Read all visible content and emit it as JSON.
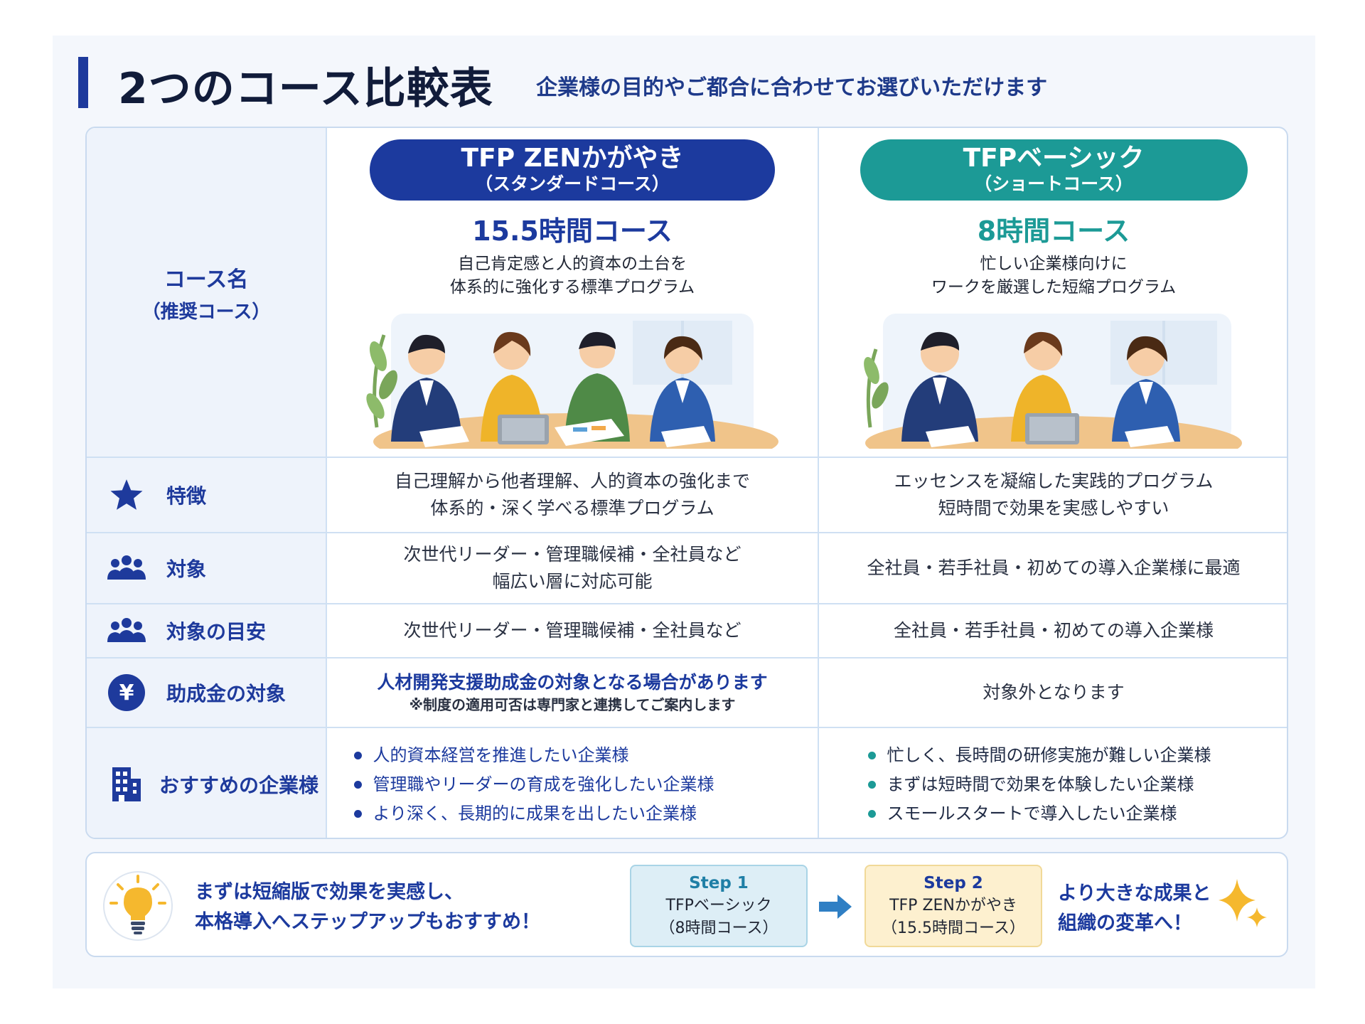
{
  "header": {
    "title": "2つのコース比較表",
    "subtitle": "企業様の目的やご都合に合わせてお選びいただけます"
  },
  "table": {
    "course_label": {
      "line1": "コース名",
      "line2": "（推奨コース）"
    },
    "courses": [
      {
        "name": "TFP ZENかがやき",
        "sub": "（スタンダードコース）",
        "hours": "15.5時間コース",
        "desc": "自己肯定感と人的資本の土台を\n体系的に強化する標準プログラム",
        "color": "#1c3a9e"
      },
      {
        "name": "TFPベーシック",
        "sub": "（ショートコース）",
        "hours": "8時間コース",
        "desc": "忙しい企業様向けに\nワークを厳選した短縮プログラム",
        "color": "#1c9a96"
      }
    ],
    "rows": {
      "feature": {
        "label": "特徴",
        "icon": "star-icon",
        "c1": "自己理解から他者理解、人的資本の強化まで\n体系的・深く学べる標準プログラム",
        "c2": "エッセンスを凝縮した実践的プログラム\n短時間で効果を実感しやすい"
      },
      "target": {
        "label": "対象",
        "icon": "people-icon",
        "c1": "次世代リーダー・管理職候補・全社員など\n幅広い層に対応可能",
        "c2": "全社員・若手社員・初めての導入企業様に最適"
      },
      "guide": {
        "label": "対象の目安",
        "icon": "people-icon",
        "c1": "次世代リーダー・管理職候補・全社員など",
        "c2": "全社員・若手社員・初めての導入企業様"
      },
      "subsidy": {
        "label": "助成金の対象",
        "icon": "yen-icon",
        "yen_symbol": "¥",
        "c1_main": "人材開発支援助成金の対象となる場合があります",
        "c1_note": "※制度の適用可否は専門家と連携してご案内します",
        "c2": "対象外となります"
      },
      "recommended": {
        "label": "おすすめの企業様",
        "icon": "building-icon",
        "c1": [
          "人的資本経営を推進したい企業様",
          "管理職やリーダーの育成を強化したい企業様",
          "より深く、長期的に成果を出したい企業様"
        ],
        "c2": [
          "忙しく、長時間の研修実施が難しい企業様",
          "まずは短時間で効果を体験したい企業様",
          "スモールスタートで導入したい企業様"
        ]
      }
    }
  },
  "banner": {
    "message": "まずは短縮版で効果を実感し、\n本格導入へステップアップもおすすめ！",
    "step1": {
      "label": "Step 1",
      "name": "TFPベーシック",
      "hours": "（8時間コース）"
    },
    "step2": {
      "label": "Step 2",
      "name": "TFP ZENかがやき",
      "hours": "（15.5時間コース）"
    },
    "end": "より大きな成果と\n組織の変革へ！"
  },
  "colors": {
    "primary": "#1c3a9e",
    "teal": "#1c9a96",
    "gold": "#f5b82e"
  }
}
